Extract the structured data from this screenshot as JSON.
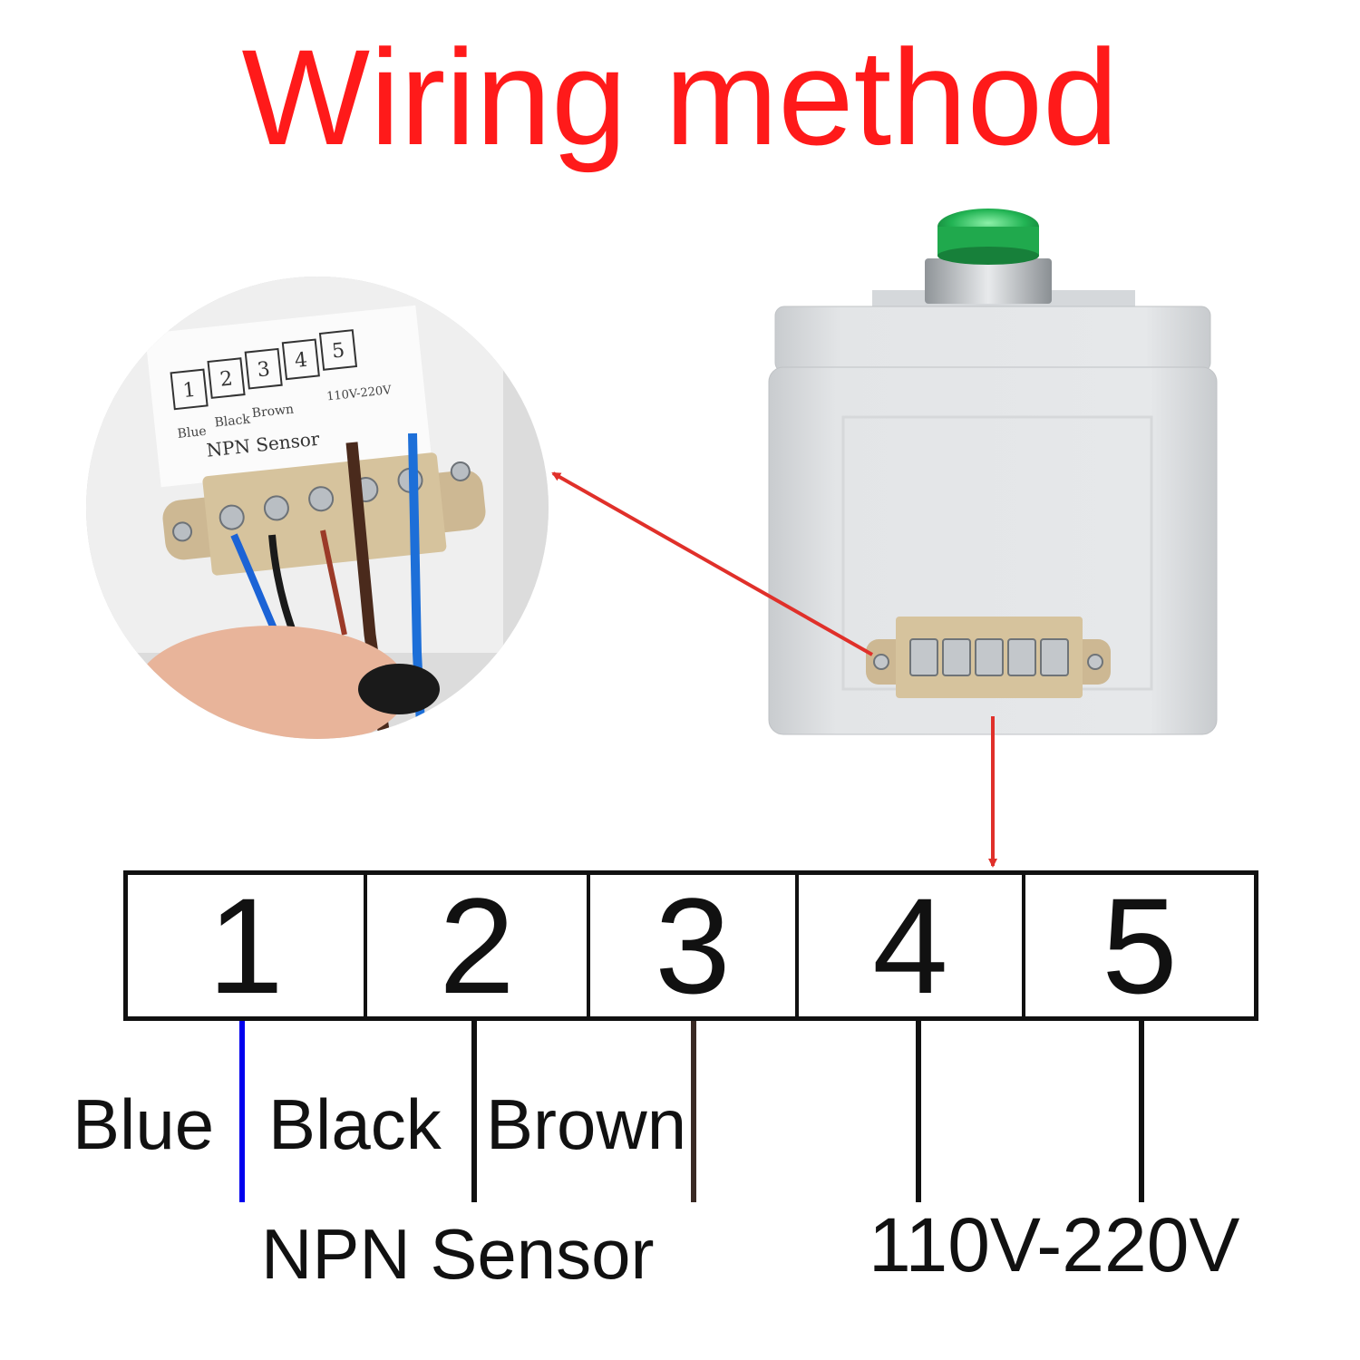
{
  "title": "Wiring method",
  "title_color": "#ff1a1a",
  "arrow_color": "#e0302a",
  "photo_label": {
    "terminals": [
      "1",
      "2",
      "3",
      "4",
      "5"
    ],
    "wire_colors": [
      "Blue",
      "Black",
      "Brown"
    ],
    "voltage": "110V-220V",
    "sensor": "NPN Sensor"
  },
  "diagram": {
    "terminals": [
      "1",
      "2",
      "3",
      "4",
      "5"
    ],
    "wires": [
      {
        "terminal": "1",
        "label": "Blue",
        "color": "#0000ee"
      },
      {
        "terminal": "2",
        "label": "Black",
        "color": "#111111"
      },
      {
        "terminal": "3",
        "label": "Brown",
        "color": "#3a2a24"
      },
      {
        "terminal": "4",
        "label": "",
        "color": "#111111"
      },
      {
        "terminal": "5",
        "label": "",
        "color": "#111111"
      }
    ],
    "group_labels": {
      "sensor": "NPN Sensor",
      "power": "110V-220V"
    }
  }
}
